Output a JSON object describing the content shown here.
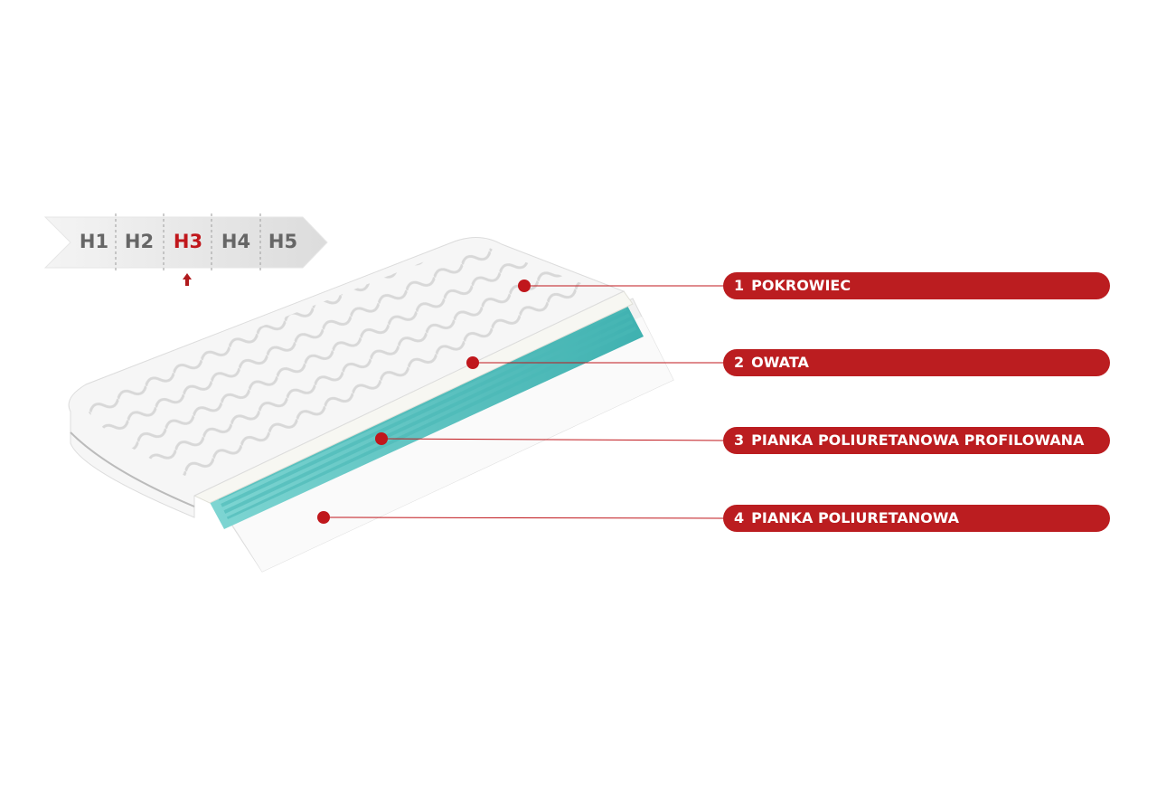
{
  "hardness_scale": {
    "levels": [
      "H1",
      "H2",
      "H3",
      "H4",
      "H5"
    ],
    "selected": "H3"
  },
  "layers": [
    {
      "number": "1",
      "name": "POKROWIEC"
    },
    {
      "number": "2",
      "name": "OWATA"
    },
    {
      "number": "3",
      "name": "PIANKA POLIURETANOWA PROFILOWANA"
    },
    {
      "number": "4",
      "name": "PIANKA POLIURETANOWA"
    }
  ],
  "colors": {
    "accent": "#bb1d20",
    "foam_profiled": "#5cc6c4",
    "scale_text": "#666666"
  }
}
